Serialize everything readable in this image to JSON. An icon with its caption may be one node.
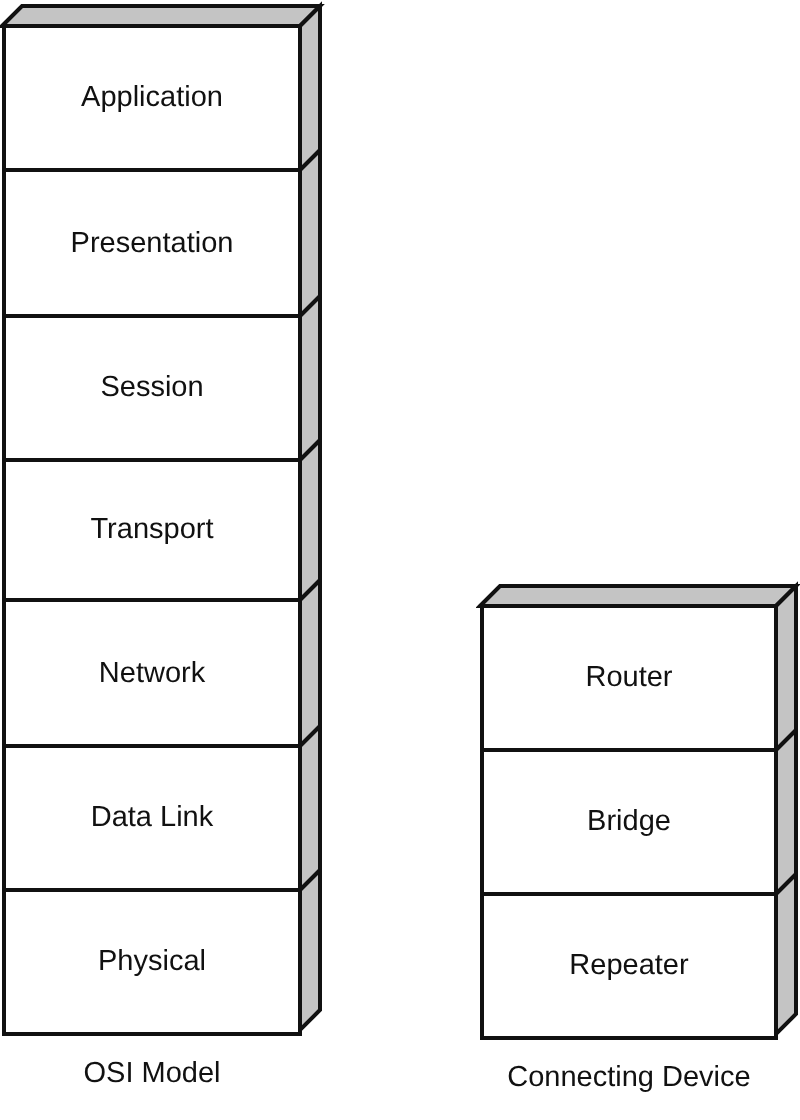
{
  "diagram": {
    "nodes": [
      {
        "text": [
          "OSI Model"
        ]
      },
      {
        "text": [
          "Application"
        ],
        "in": 0
      },
      {
        "text": [
          "Presentation"
        ],
        "in": 0
      },
      {
        "text": [
          "Session"
        ],
        "in": 0
      },
      {
        "text": [
          "Transport"
        ],
        "in": 0
      },
      {
        "text": [
          "Network"
        ],
        "in": 0
      },
      {
        "text": [
          "Data Link"
        ],
        "in": 0
      },
      {
        "text": [
          "Physical"
        ],
        "in": 0
      },
      {
        "text": [
          "Connecting Device"
        ]
      },
      {
        "text": [
          "Router"
        ],
        "in": 8
      },
      {
        "text": [
          "Bridge"
        ],
        "in": 8
      },
      {
        "text": [
          "Repeater"
        ],
        "in": 8
      }
    ]
  }
}
